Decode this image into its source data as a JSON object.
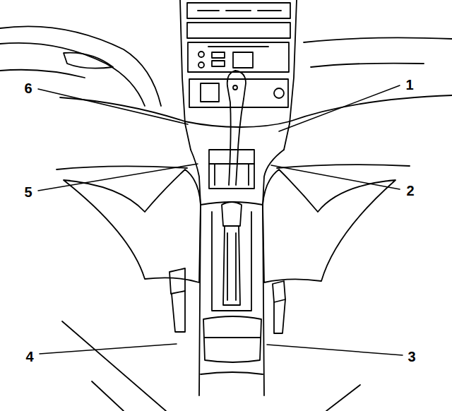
{
  "diagram": {
    "labels": [
      "6",
      "1",
      "5",
      "2",
      "4",
      "3"
    ]
  }
}
